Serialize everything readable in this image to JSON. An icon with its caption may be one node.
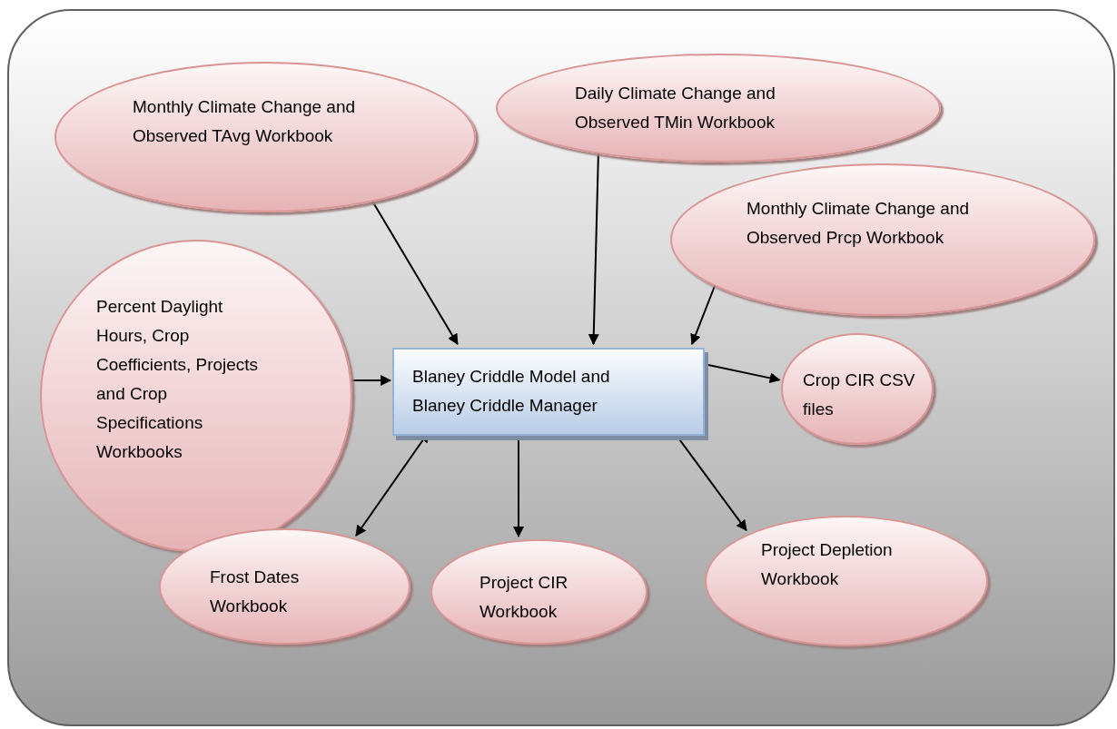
{
  "diagram": {
    "nodes": [
      {
        "text": [],
        "shape": "box"
      },
      {
        "text": [
          "Monthly Climate Change and Observed TAvg Workbook"
        ],
        "in": 0
      },
      {
        "text": [
          "Daily Climate Change and Observed TMin Workbook"
        ],
        "in": 0
      },
      {
        "text": [
          "Monthly Climate Change and Observed Prcp Workbook"
        ],
        "in": 0
      },
      {
        "text": [
          "Percent Daylight Hours, Crop Coefficients, Projects and Crop Specifications Workbooks"
        ],
        "in": 0
      },
      {
        "text": [
          "Blaney Criddle Model and Blaney Criddle Manager"
        ],
        "in": 0
      },
      {
        "text": [
          "Crop CIR CSV files"
        ],
        "in": 0
      },
      {
        "text": [
          "Frost Dates Workbook"
        ],
        "in": 0
      },
      {
        "text": [
          "Project CIR Workbook"
        ],
        "in": 0
      },
      {
        "text": [
          "Project Depletion Workbook"
        ],
        "in": 0
      }
    ],
    "edges": [
      {
        "from": 1,
        "to": 5,
        "arrow": "to"
      },
      {
        "from": 2,
        "to": 5,
        "arrow": "to"
      },
      {
        "from": 3,
        "to": 5,
        "arrow": "to"
      },
      {
        "from": 4,
        "to": 5,
        "arrow": "to"
      },
      {
        "from": 5,
        "to": 6,
        "arrow": "to"
      },
      {
        "from": 5,
        "to": 7,
        "arrow": "both"
      },
      {
        "from": 5,
        "to": 8,
        "arrow": "to"
      },
      {
        "from": 5,
        "to": 9,
        "arrow": "to"
      }
    ]
  }
}
